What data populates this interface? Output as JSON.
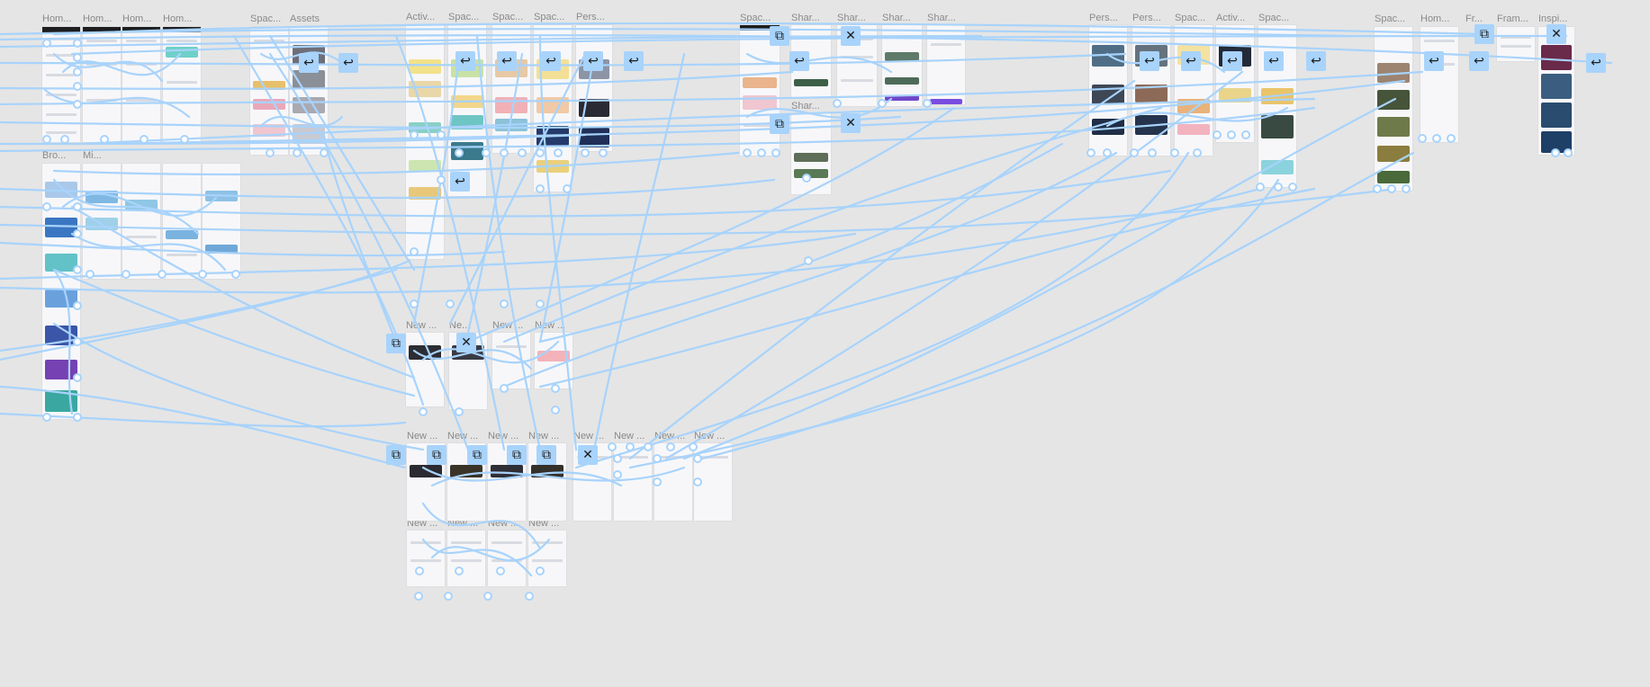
{
  "app": {
    "canvas_background": "#e5e5e5",
    "connection_color": "#a8d3fb",
    "frame_label_color": "#8a8a8a"
  },
  "frames": [
    {
      "label": "Hom..."
    },
    {
      "label": "Hom..."
    },
    {
      "label": "Hom..."
    },
    {
      "label": "Hom..."
    },
    {
      "label": "Spac..."
    },
    {
      "label": "Assets"
    },
    {
      "label": "Activ..."
    },
    {
      "label": "Spac..."
    },
    {
      "label": "Spac..."
    },
    {
      "label": "Spac..."
    },
    {
      "label": "Pers..."
    },
    {
      "label": "Spac..."
    },
    {
      "label": "Shar..."
    },
    {
      "label": "Shar..."
    },
    {
      "label": "Shar..."
    },
    {
      "label": "Shar..."
    },
    {
      "label": "Shar..."
    },
    {
      "label": "Pers..."
    },
    {
      "label": "Pers..."
    },
    {
      "label": "Spac..."
    },
    {
      "label": "Activ..."
    },
    {
      "label": "Spac..."
    },
    {
      "label": "Spac..."
    },
    {
      "label": "Hom..."
    },
    {
      "label": "Fr..."
    },
    {
      "label": "Fram..."
    },
    {
      "label": "Inspi..."
    },
    {
      "label": "Bro..."
    },
    {
      "label": "Mi..."
    },
    {
      "label": "New ..."
    },
    {
      "label": "Ne..."
    },
    {
      "label": "New ..."
    },
    {
      "label": "New ..."
    },
    {
      "label": "New ..."
    },
    {
      "label": "New ..."
    },
    {
      "label": "New ..."
    },
    {
      "label": "New ..."
    },
    {
      "label": "New ..."
    },
    {
      "label": "New ..."
    },
    {
      "label": "New ..."
    },
    {
      "label": "New ..."
    },
    {
      "label": "New ..."
    },
    {
      "label": "New ..."
    },
    {
      "label": "New ..."
    },
    {
      "label": "New ..."
    }
  ],
  "nav_buttons": [
    {
      "icon": "back-arrow-icon",
      "glyph": "↩"
    },
    {
      "icon": "close-icon",
      "glyph": "✕"
    },
    {
      "icon": "overlay-icon",
      "glyph": "⧉"
    }
  ]
}
